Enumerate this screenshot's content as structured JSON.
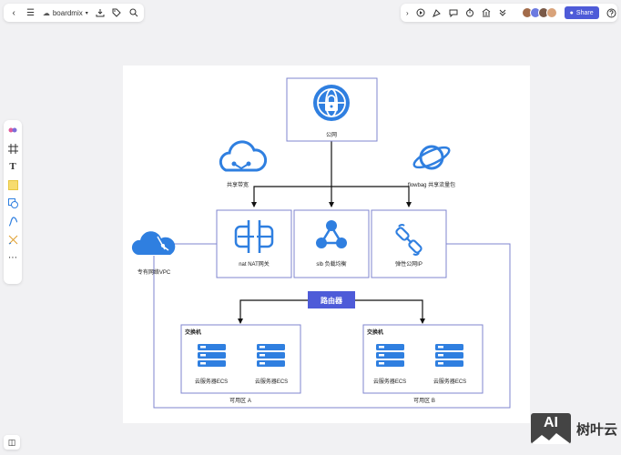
{
  "toolbar": {
    "app_name": "boardmix",
    "share_label": "Share"
  },
  "diagram": {
    "internet": "公网",
    "shared_bandwidth": "共享带宽",
    "flowbag": "flowbag 共享流量包",
    "vpc": "专有网络VPC",
    "nat": "nat NAT网关",
    "slb": "slb 负载均衡",
    "eip": "弹性公网IP",
    "router": "路由器",
    "switch_a": "交换机",
    "switch_b": "交换机",
    "ecs1": "云服务器ECS",
    "ecs2": "云服务器ECS",
    "ecs3": "云服务器ECS",
    "ecs4": "云服务器ECS",
    "zone_a": "可用区 A",
    "zone_b": "可用区 B"
  },
  "watermark": {
    "logo": "AI",
    "name": "树叶云"
  },
  "colors": {
    "icon_blue": "#2f7fe0",
    "box_border": "#7f86cf",
    "router_bg": "#4e5bd8",
    "share_bg": "#4e5bd8"
  }
}
